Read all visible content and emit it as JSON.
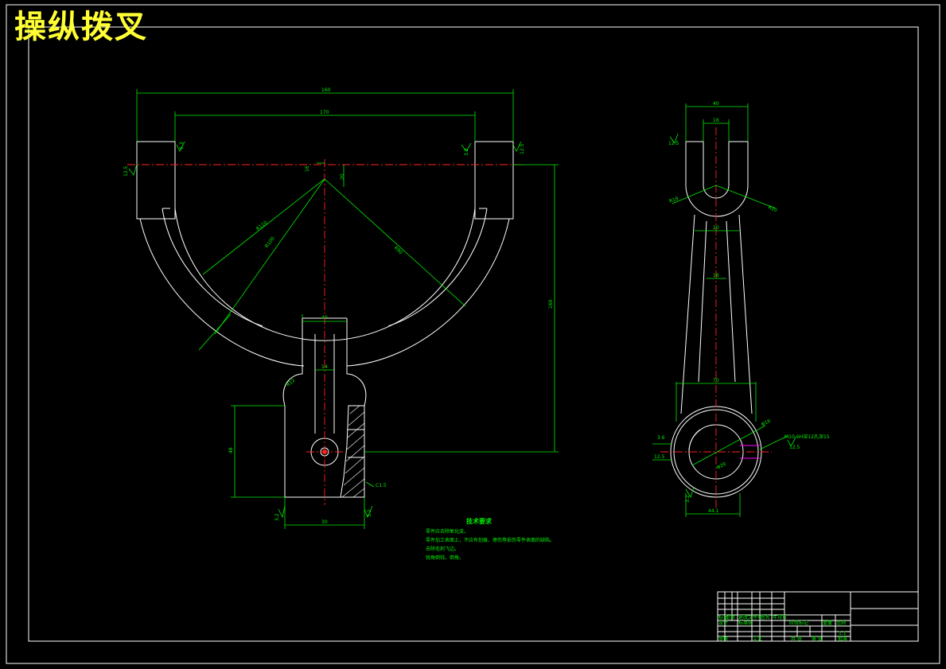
{
  "drawing": {
    "title": "操纵拨叉"
  },
  "front_view": {
    "dim_overall_width": "160",
    "dim_inner_width": "170",
    "dim_height": "160",
    "dim_pin_height": "48",
    "dim_base_width": "30",
    "dim_hub_width": "40",
    "dim_slot_width": "14",
    "dim_r_outer": "R110",
    "dim_r_inner": "R100",
    "dim_r_mid": "R90",
    "dim_offset_1": "16",
    "dim_offset_2": "20",
    "dim_fillet": "R12",
    "dim_chamfer": "C1.5",
    "roughness_1": "6.3",
    "roughness_2": "12.5",
    "roughness_3": "3.2",
    "roughness_4": "12.5",
    "roughness_5": "3.2",
    "roughness_6": "3.2"
  },
  "side_view": {
    "dim_top_width": "40",
    "dim_slot_width": "16",
    "dim_neck_width": "20",
    "dim_arm_width": "16",
    "dim_lower_width": "70",
    "dim_bottom_width": "44.1",
    "dim_radius_1": "R18",
    "dim_radius_2": "R20",
    "dim_hole_dia": "Φ16",
    "dim_hole_dia_2": "Φ20",
    "dim_slot_depth": "3.6",
    "dim_note_tol": "M10-6H深12孔深15",
    "roughness_1": "12.5",
    "roughness_2": "12.5",
    "roughness_3": "3.2",
    "roughness_4": "12.5"
  },
  "tech_requirements": {
    "heading": "技术要求",
    "items": [
      "零件应去除氧化皮。",
      "零件加工表面上，不应有划痕、擦伤等损伤零件表面的缺陷。",
      "去除毛刺飞边。",
      "锐角倒钝，倒角。"
    ]
  },
  "title_block": {
    "row_labels": [
      "标记",
      "处数",
      "分区",
      "更改文件号",
      "签名",
      "年月日"
    ],
    "designer": "设计",
    "standardize": "标准化",
    "stage_mark": "阶段标记",
    "weight": "重量",
    "scale": "比例",
    "review": "审核",
    "process": "工艺",
    "approve": "批准",
    "sheet_total": "共 张",
    "sheet_num": "第 张",
    "scale_value": "1:1"
  }
}
